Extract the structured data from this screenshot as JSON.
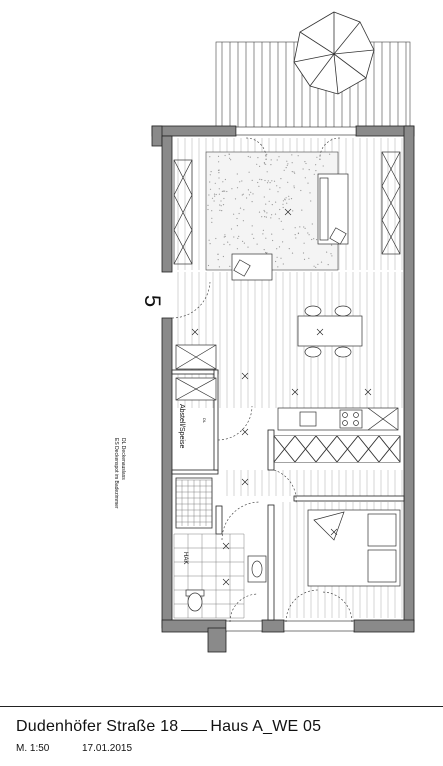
{
  "title_block": {
    "street": "Dudenhöfer Straße 18",
    "building": "Haus A",
    "unit": "WE 05",
    "scale": "M. 1:50",
    "date": "17.01.2015"
  },
  "plan": {
    "level_number": "5",
    "room_label": "Abstell/Speise",
    "legend": [
      "Deckenauslass",
      "Deckenspot im Badezimmer"
    ],
    "legend_symbols": [
      "DL",
      "ES"
    ],
    "tag_dl": "DL",
    "tag_hak": "HAK"
  }
}
